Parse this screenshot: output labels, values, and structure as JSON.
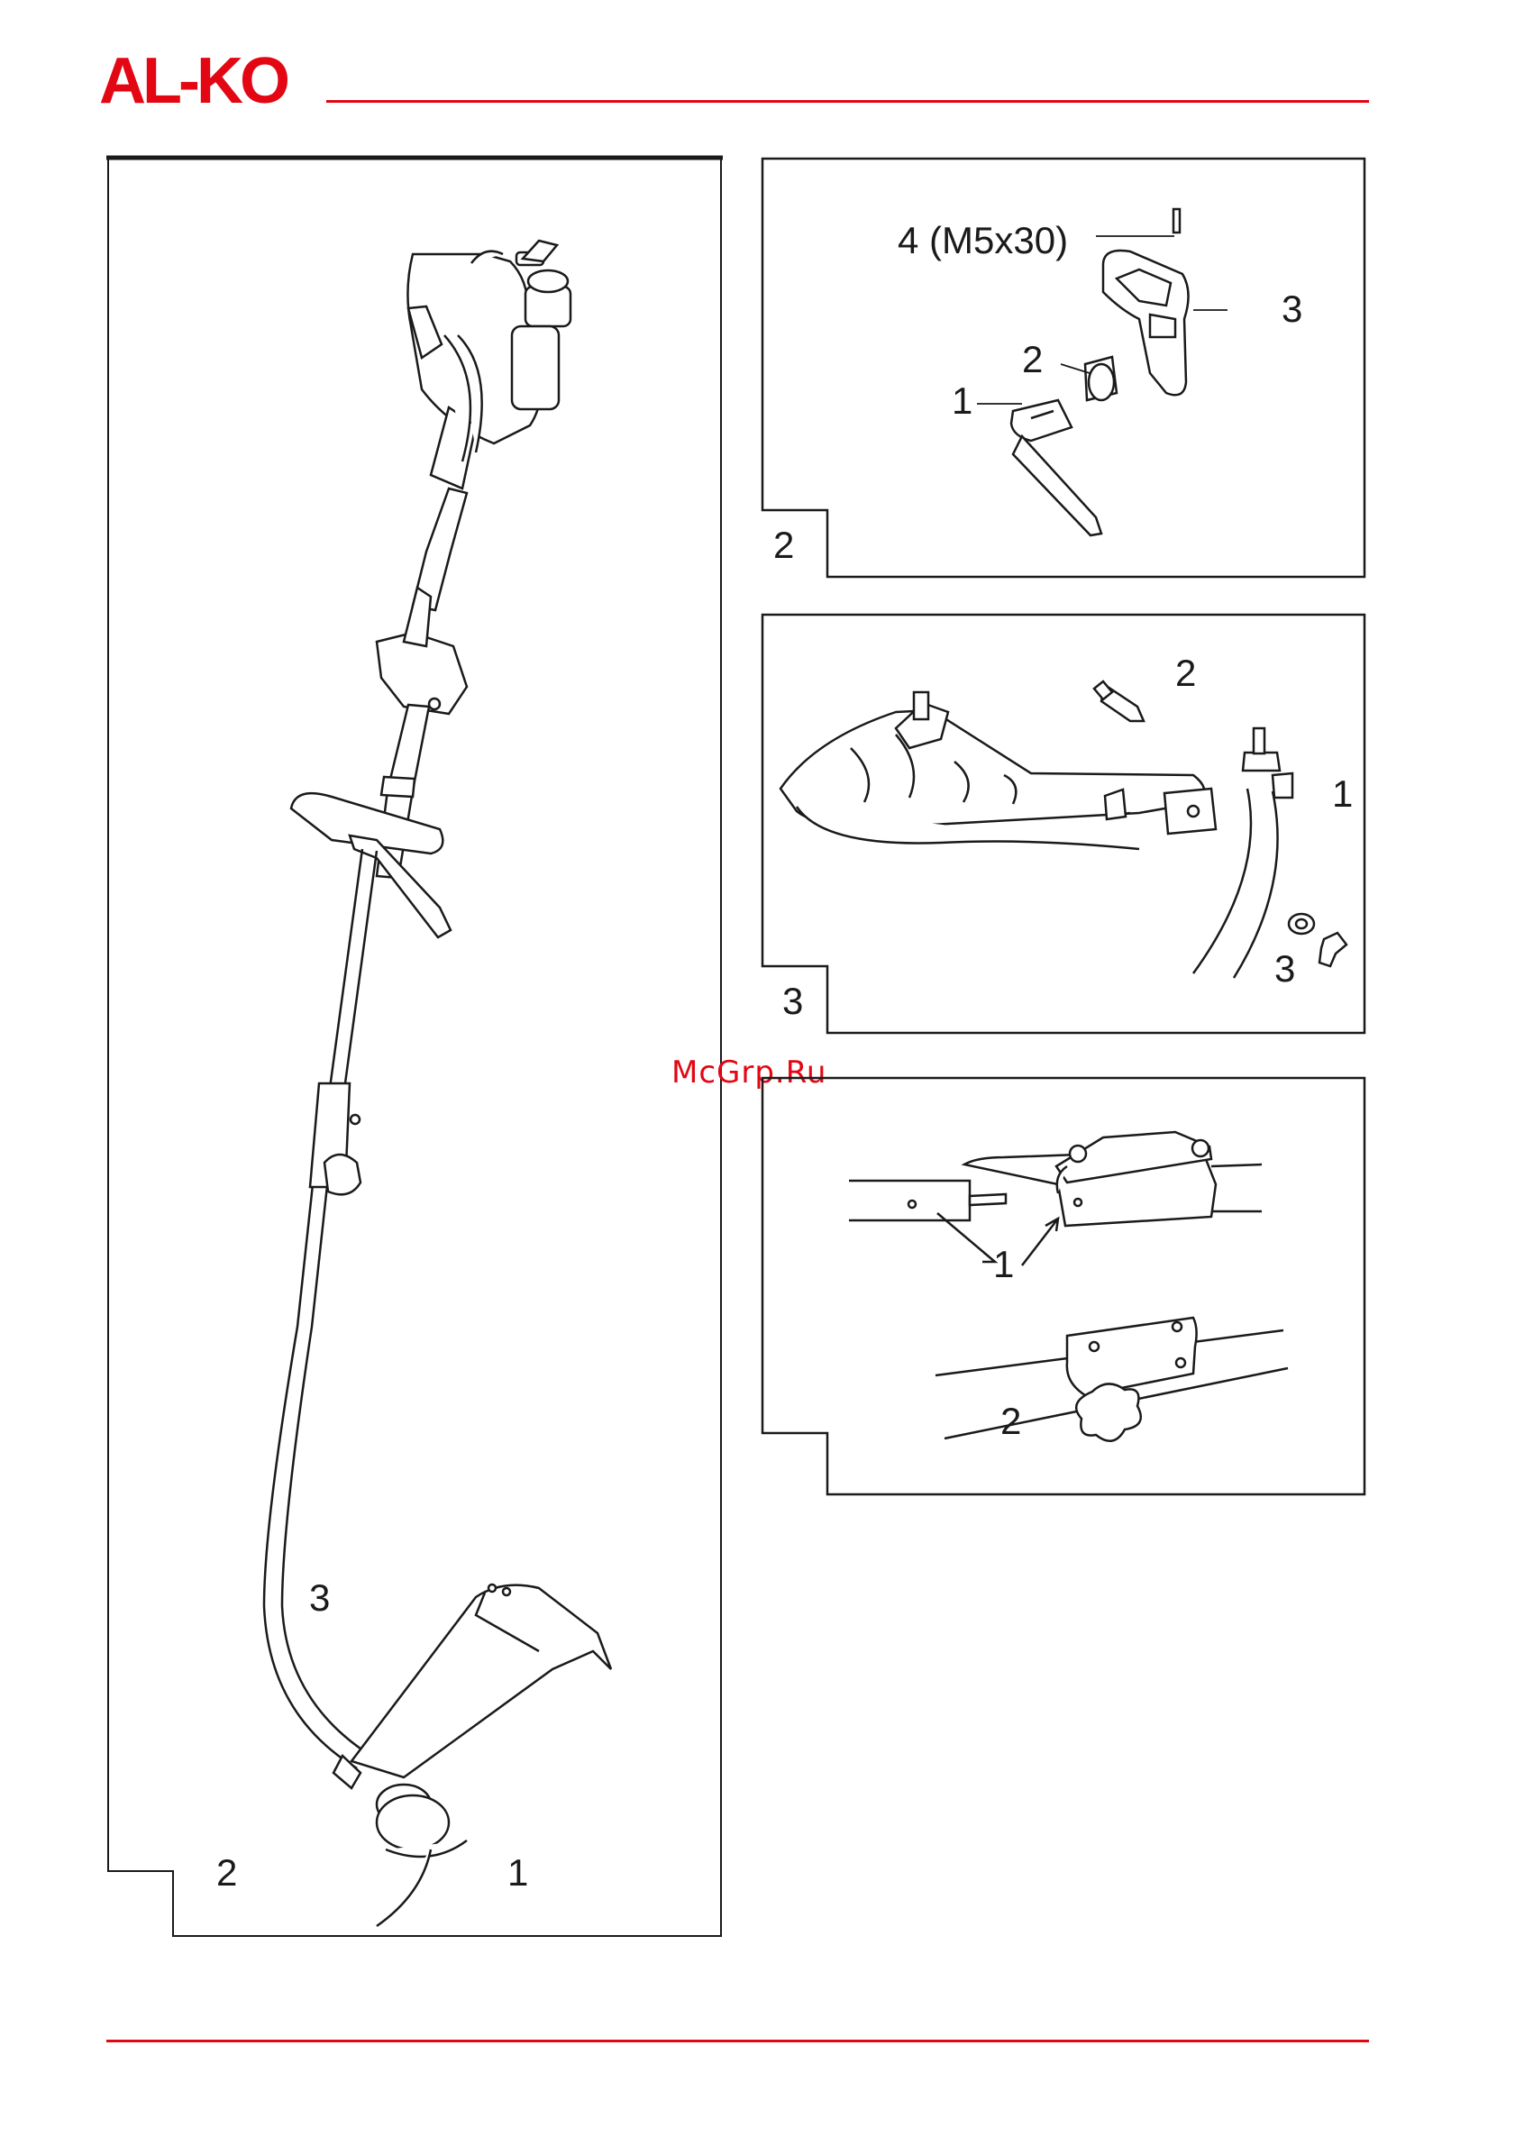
{
  "header": {
    "brand": "AL-KO",
    "brand_color": "#e30613"
  },
  "watermark": {
    "text": "McGrp.Ru"
  },
  "figure_1": {
    "callouts": {
      "deflector": "3",
      "line_head": "1",
      "fixing_screw": "2"
    }
  },
  "figure_2": {
    "number": "2",
    "callouts": {
      "clamp": "1",
      "spacer": "2",
      "handle": "3",
      "screw": "4 (M5x30)"
    }
  },
  "figure_3": {
    "number": "3",
    "callouts": {
      "shaft": "1",
      "bolt": "2",
      "washer_nut": "3"
    }
  },
  "figure_4": {
    "callouts": {
      "shaft_ends": "1",
      "joint_knob": "2"
    }
  },
  "icons": [
    "brand-logo",
    "trimmer-illustration",
    "handle-assembly-illustration",
    "guard-assembly-illustration",
    "shaft-coupling-illustration"
  ]
}
